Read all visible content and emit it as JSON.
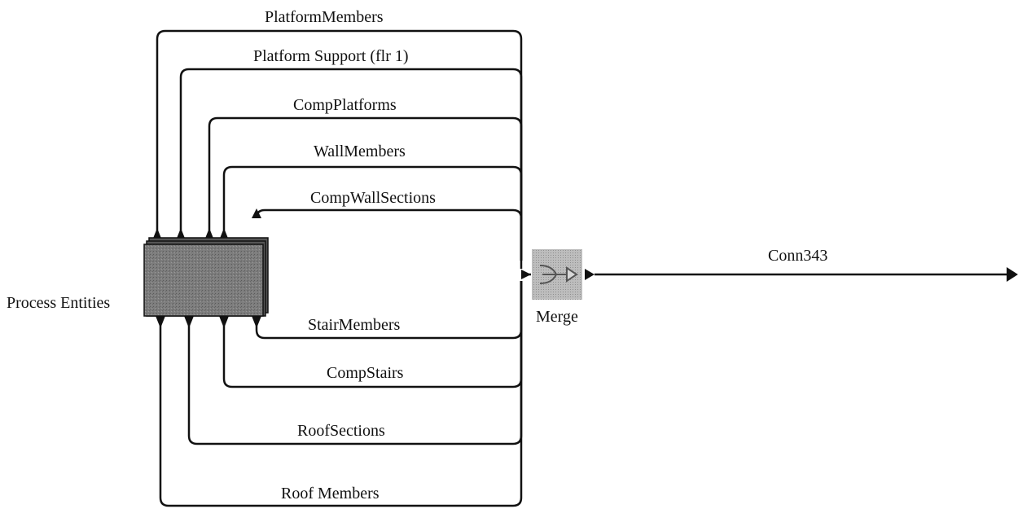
{
  "source": {
    "label": "Process Entities"
  },
  "merge": {
    "label": "Merge"
  },
  "output": {
    "label": "Conn343"
  },
  "connections": [
    "PlatformMembers",
    "Platform Support (flr 1)",
    "CompPlatforms",
    "WallMembers",
    "CompWallSections",
    "StairMembers",
    "CompStairs",
    "RoofSections",
    "Roof Members"
  ],
  "colors": {
    "line": "#111111",
    "block": "#7a7a7a",
    "merge_bg": "#b8b8b8"
  }
}
